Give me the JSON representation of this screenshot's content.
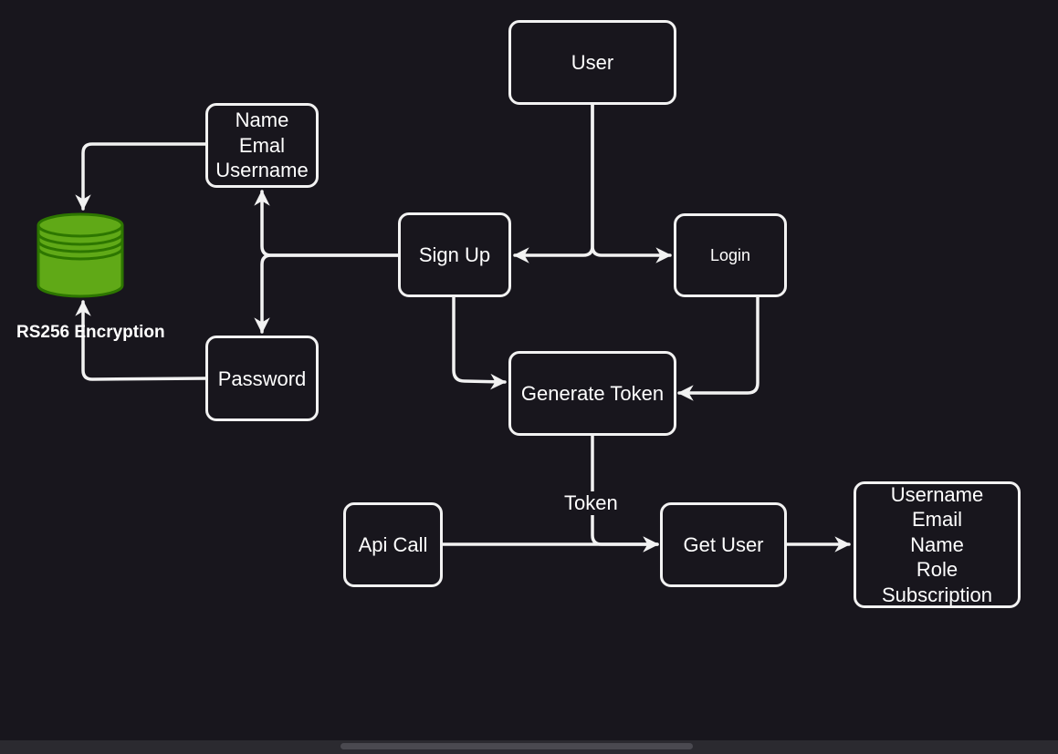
{
  "colors": {
    "background": "#18161d",
    "stroke": "#f2f2f2",
    "database_fill": "#60a917",
    "database_stroke": "#2d7600"
  },
  "nodes": {
    "user": "User",
    "sign_up": "Sign Up",
    "login": "Login",
    "profile_fields": [
      "Name",
      "Emal",
      "Username"
    ],
    "password": "Password",
    "generate_token": "Generate Token",
    "api_call": "Api Call",
    "get_user": "Get User",
    "user_fields": [
      "Username",
      "Email",
      "Name",
      "Role",
      "Subscription"
    ]
  },
  "database": {
    "icon": "database-icon",
    "label": "RS256 Encryption"
  },
  "edges": {
    "token_label": "Token"
  }
}
